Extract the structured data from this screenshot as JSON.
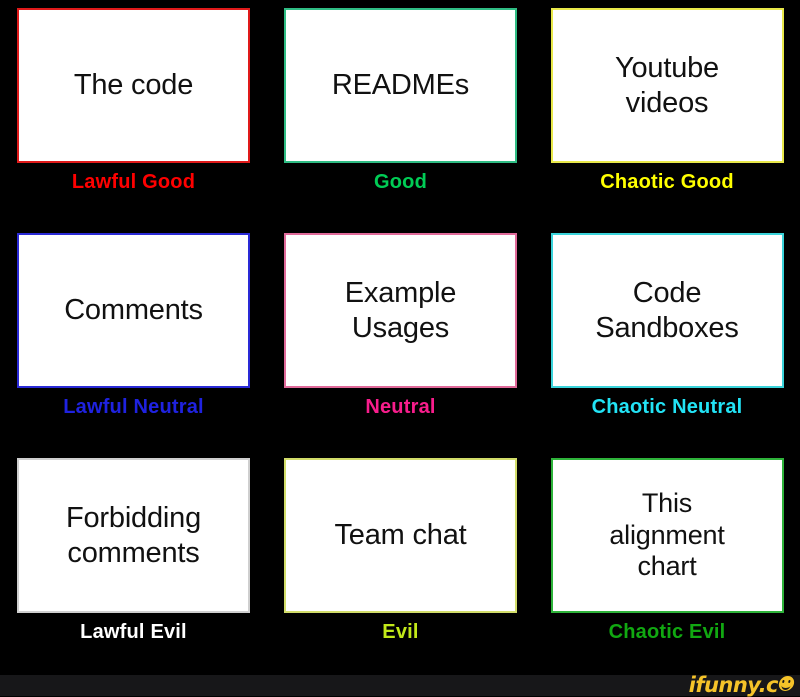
{
  "meme": {
    "background_color": "#000000",
    "card_background": "#ffffff",
    "card_text_color": "#111111",
    "watermark_bar_color": "#171719",
    "watermark": {
      "text": "ifunny.c",
      "trailing_glyph": "smiley-o",
      "color": "#f5c329"
    },
    "cells": [
      {
        "card_text": "The code",
        "alignment_label": "Lawful Good",
        "color": "#ff0000",
        "border_color": "#e01a1a"
      },
      {
        "card_text": "READMEs",
        "alignment_label": "Good",
        "color": "#00cc55",
        "border_color": "#2fbd84"
      },
      {
        "card_text": "Youtube\nvideos",
        "alignment_label": "Chaotic Good",
        "color": "#ffff00",
        "border_color": "#e8e84a"
      },
      {
        "card_text": "Comments",
        "alignment_label": "Lawful Neutral",
        "color": "#1f22e0",
        "border_color": "#2a2ad6"
      },
      {
        "card_text": "Example\nUsages",
        "alignment_label": "Neutral",
        "color": "#f81d8c",
        "border_color": "#e06a9a"
      },
      {
        "card_text": "Code\nSandboxes",
        "alignment_label": "Chaotic Neutral",
        "color": "#22e3f5",
        "border_color": "#3ad3da"
      },
      {
        "card_text": "Forbidding\ncomments",
        "alignment_label": "Lawful Evil",
        "color": "#ffffff",
        "border_color": "#cfcfcf"
      },
      {
        "card_text": "Team chat",
        "alignment_label": "Evil",
        "color": "#c2e819",
        "border_color": "#d2dd6a"
      },
      {
        "card_text": "This\nalignment\nchart",
        "alignment_label": "Chaotic Evil",
        "color": "#11a811",
        "border_color": "#2eb33a"
      }
    ]
  }
}
